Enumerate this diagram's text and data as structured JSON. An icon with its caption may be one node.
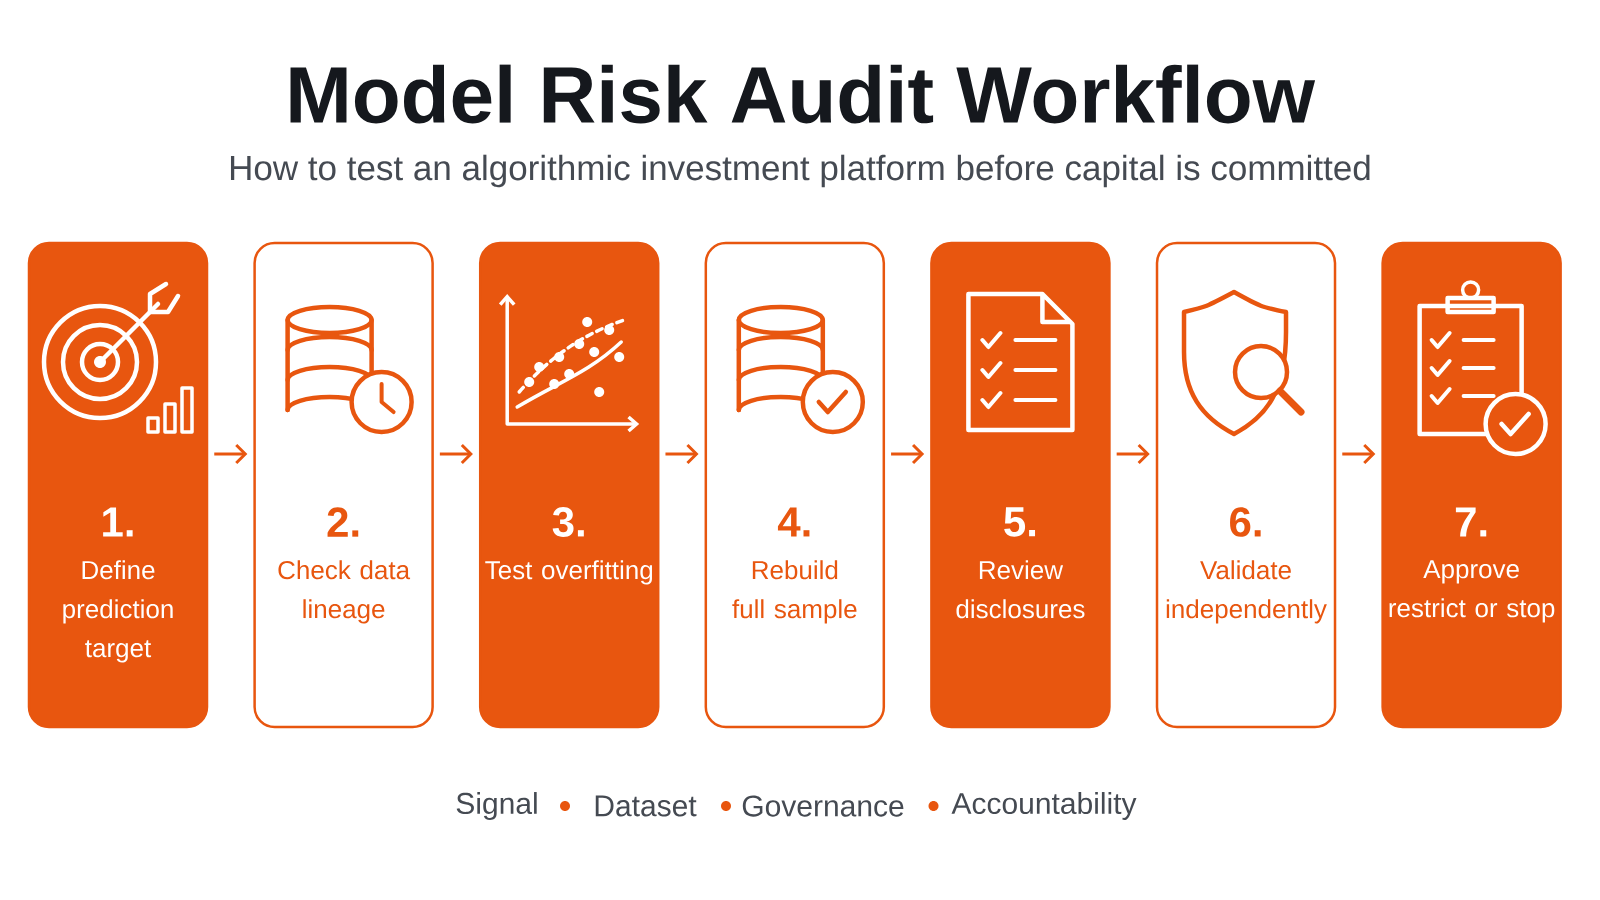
{
  "diagram": {
    "title": "Model Risk Audit Workflow",
    "caption": "How to test an algorithmic investment platform before capital is committed",
    "nodes": [
      {
        "text": [
          "1.",
          "Define prediction target"
        ]
      },
      {
        "text": [
          "2.",
          "Check data lineage"
        ]
      },
      {
        "text": [
          "3.",
          "Test overfitting"
        ]
      },
      {
        "text": [
          "4.",
          "Rebuild full sample"
        ]
      },
      {
        "text": [
          "5.",
          "Review disclosures"
        ]
      },
      {
        "text": [
          "6.",
          "Validate independently"
        ]
      },
      {
        "text": [
          "7.",
          "Approve restrict or stop"
        ]
      }
    ],
    "edges": [
      {
        "from": 0,
        "to": 1,
        "arrow": "to"
      },
      {
        "from": 1,
        "to": 2,
        "arrow": "to"
      },
      {
        "from": 2,
        "to": 3,
        "arrow": "to"
      },
      {
        "from": 3,
        "to": 4,
        "arrow": "to"
      },
      {
        "from": 4,
        "to": 5,
        "arrow": "to"
      },
      {
        "from": 5,
        "to": 6,
        "arrow": "to"
      }
    ],
    "labels": [
      "Signal",
      "Dataset",
      "Governance",
      "Accountability"
    ]
  }
}
